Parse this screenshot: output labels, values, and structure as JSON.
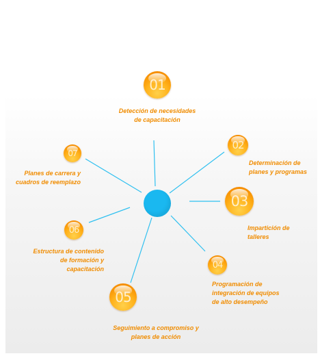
{
  "colors": {
    "hub": "#1ab8f0",
    "connector": "#2fc0f0",
    "badge": "#f7a000",
    "label": "#f08c00"
  },
  "steps": [
    {
      "number": "01",
      "label": "Detección de necesidades\nde capacitación"
    },
    {
      "number": "02",
      "label": "Determinación de\nplanes y programas"
    },
    {
      "number": "03",
      "label": "Impartición de\ntalleres"
    },
    {
      "number": "04",
      "label": "Programación de\nintegración de equipos\nde alto desempeño"
    },
    {
      "number": "05",
      "label": "Seguimiento a compromiso y\nplanes de acción"
    },
    {
      "number": "06",
      "label": "Estructura de contenido\nde formación y\ncapacitación"
    },
    {
      "number": "07",
      "label": "Planes de carrera y\ncuadros de reemplazo"
    }
  ]
}
